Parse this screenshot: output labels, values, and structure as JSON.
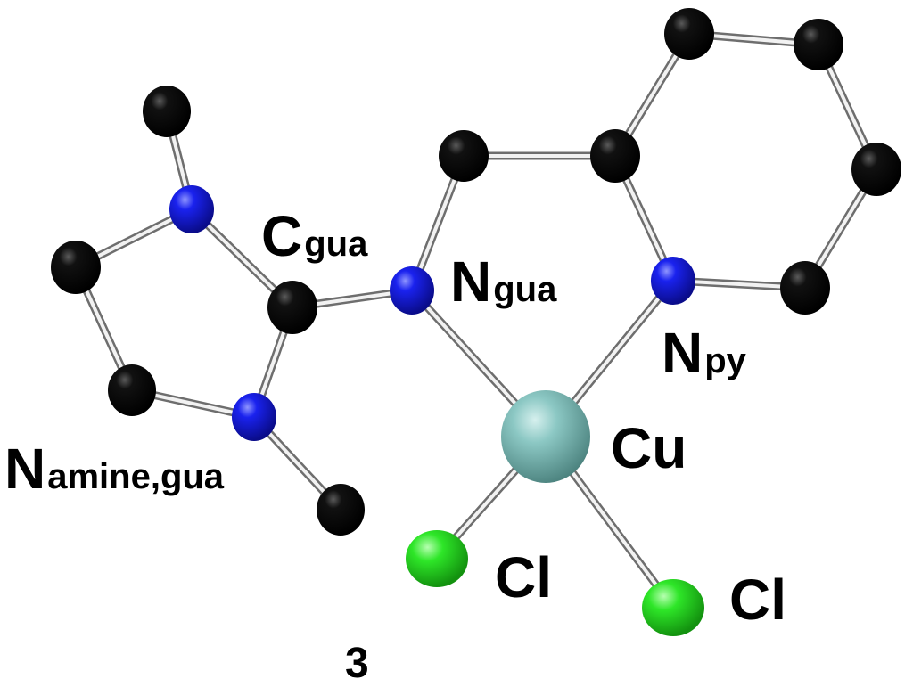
{
  "labels": {
    "c_gua_main": "C",
    "c_gua_sub": "gua",
    "n_gua_main": "N",
    "n_gua_sub": "gua",
    "n_py_main": "N",
    "n_py_sub": "py",
    "cu": "Cu",
    "n_amine_main": "N",
    "n_amine_sub": "amine,gua",
    "cl_1": "Cl",
    "cl_2": "Cl",
    "compound_number": "3"
  },
  "colors": {
    "carbon": "#0a0a0a",
    "nitrogen": "#1418e6",
    "copper": "#7fbcb8",
    "chlorine": "#22e01c",
    "bond": "#9a9a9a"
  }
}
